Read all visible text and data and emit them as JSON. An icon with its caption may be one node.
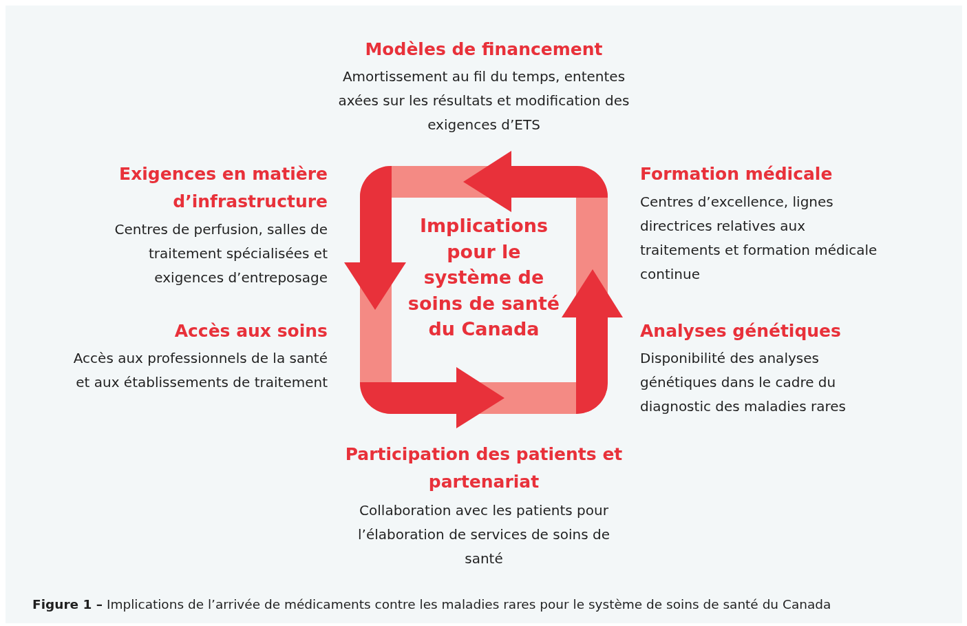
{
  "diagram": {
    "caption": "**Figure 1 –** Implications de l’arrivée de médicaments contre les maladies rares pour le système de soins de santé du Canada",
    "nodes": [
      {
        "text": [
          "Implications pour le système de soins de santé du Canada"
        ]
      }
    ],
    "labels": [
      "Modèles de financement",
      "Amortissement au fil du temps, ententes axées sur les résultats et modification des exigences d’ETS",
      "Exigences en matière d’infrastructure",
      "Centres de perfusion, salles de traitement spécialisées et exigences d’entreposage",
      "Formation médicale",
      "Centres d’excellence, lignes directrices relatives aux traitements et formation médicale continue",
      "Accès aux soins",
      "Accès aux professionnels de la santé et aux établissements de traitement",
      "Analyses génétiques",
      "Disponibilité des analyses génétiques dans le cadre du diagnostic des maladies rares",
      "Participation des patients et partenariat",
      "Collaboration avec les patients pour l’élaboration de services de soins de santé"
    ]
  }
}
